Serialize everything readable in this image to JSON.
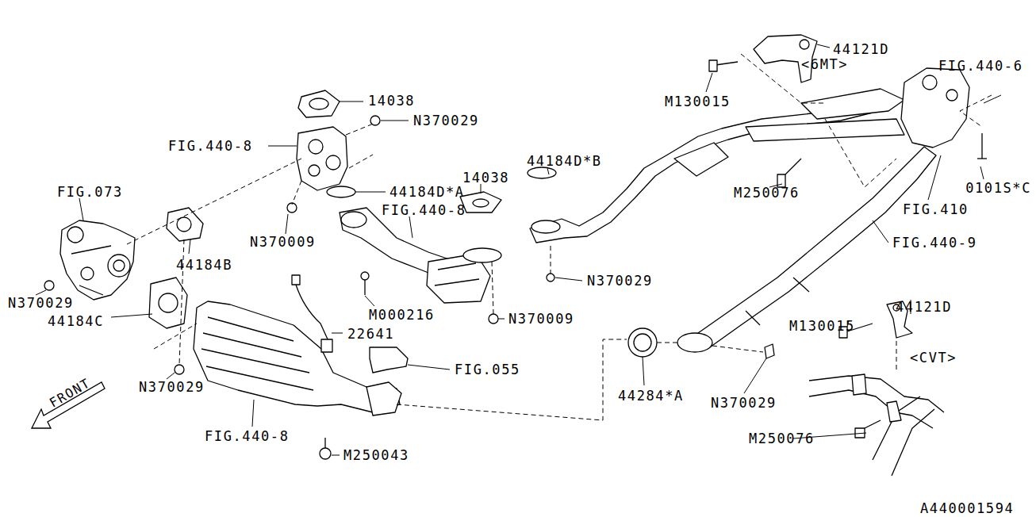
{
  "diagram": {
    "labels": [
      "14038",
      "N370029",
      "FIG.440-8",
      "FIG.073",
      "44184D*A",
      "14038",
      "44184D*B",
      "FIG.440-8",
      "N370009",
      "44184B",
      "N370029",
      "M000216",
      "N370009",
      "N370029",
      "44184C",
      "22641",
      "FIG.055",
      "N370029",
      "FIG.440-8",
      "M250043",
      "44284*A",
      "N370029",
      "M250076",
      "44121D",
      "M130015",
      "<CVT>",
      "FIG.440-9",
      "FIG.410",
      "M250076",
      "0101S*C",
      "M130015",
      "44121D",
      "<6MT>",
      "FIG.440-6",
      "FRONT",
      "A440001594"
    ]
  }
}
